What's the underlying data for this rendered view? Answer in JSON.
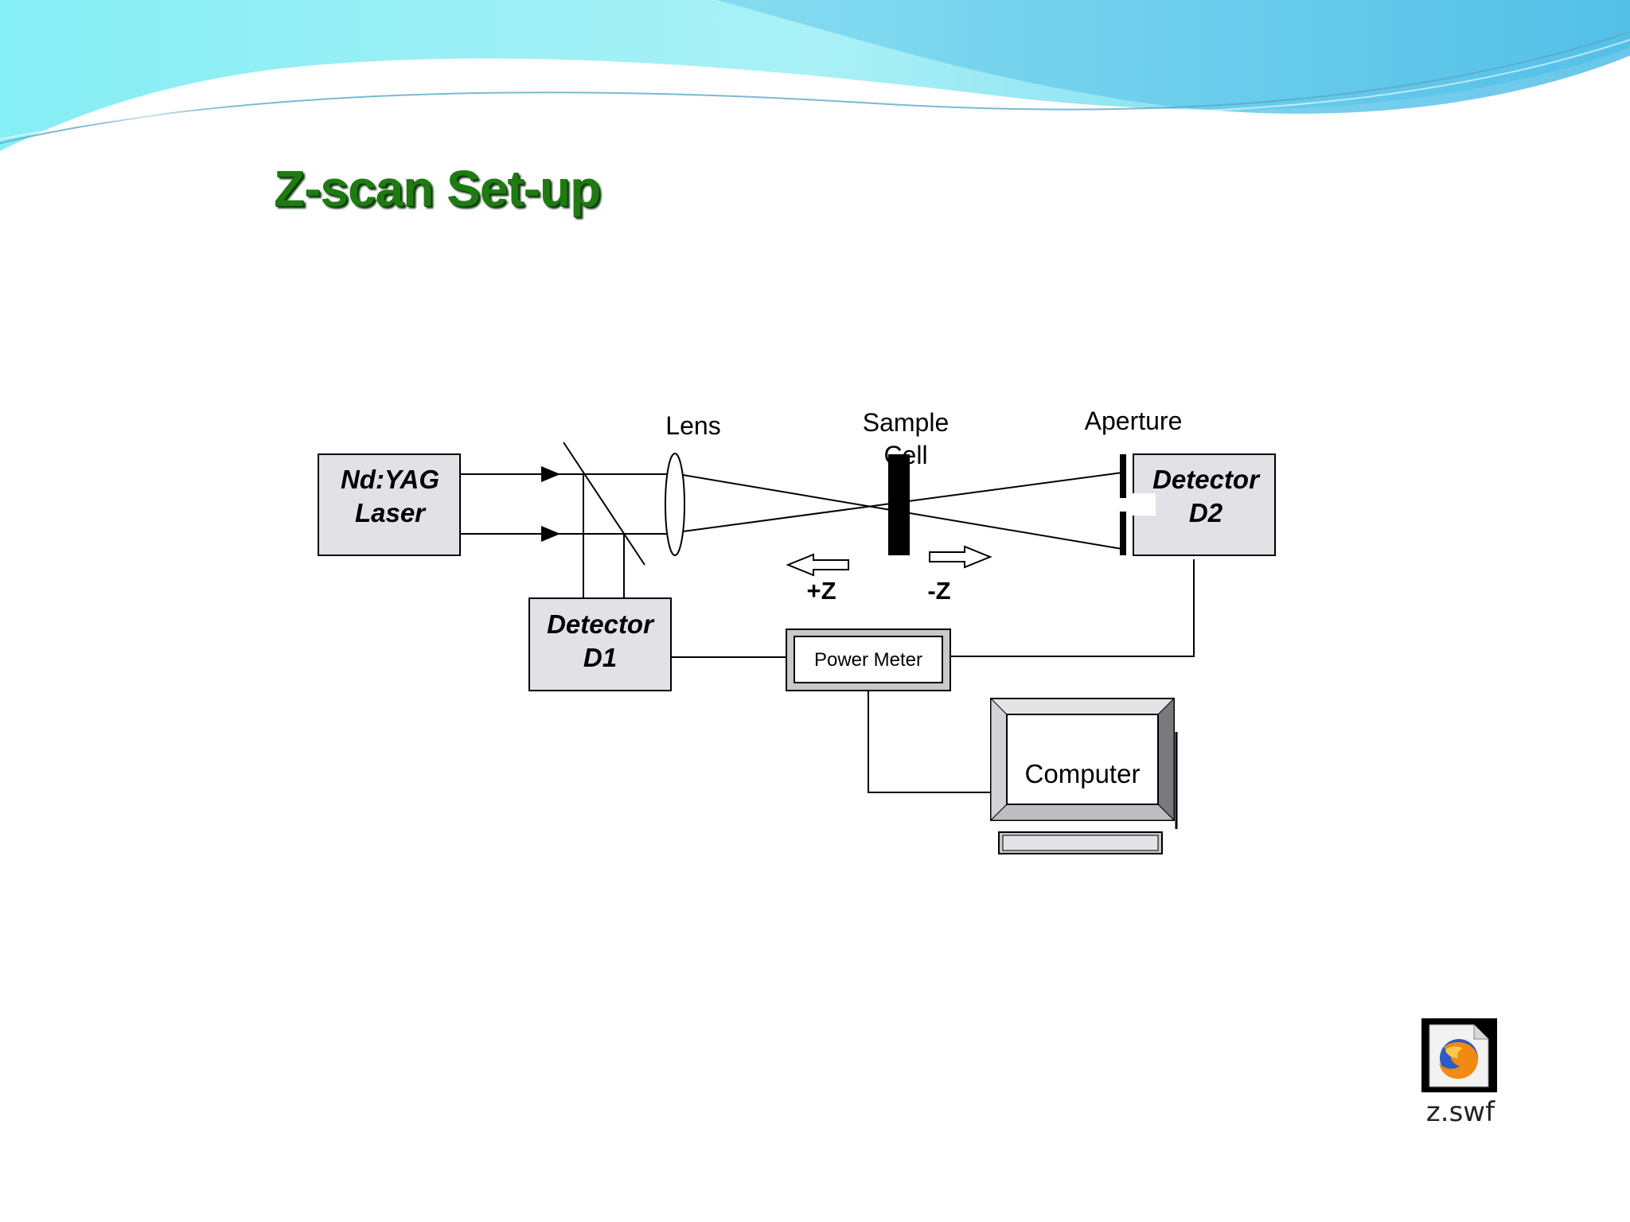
{
  "slide": {
    "title": "Z-scan Set-up"
  },
  "diagram": {
    "laser": {
      "line1": "Nd:YAG",
      "line2": "Laser"
    },
    "lens": "Lens",
    "sample_cell": {
      "line1": "Sample",
      "line2": "Cell"
    },
    "aperture": "Aperture",
    "detector_d2": {
      "line1": "Detector",
      "line2": "D2"
    },
    "detector_d1": {
      "line1": "Detector",
      "line2": "D1"
    },
    "plus_z": "+Z",
    "minus_z": "-Z",
    "power_meter": "Power Meter",
    "computer": "Computer"
  },
  "attachment": {
    "filename": "z.swf",
    "icon": "firefox-file-icon"
  },
  "colors": {
    "title": "#1f7a12",
    "box_fill": "#e2e1e6",
    "wave_light": "#8ef0f4",
    "wave_blue": "#5cc4e8"
  }
}
